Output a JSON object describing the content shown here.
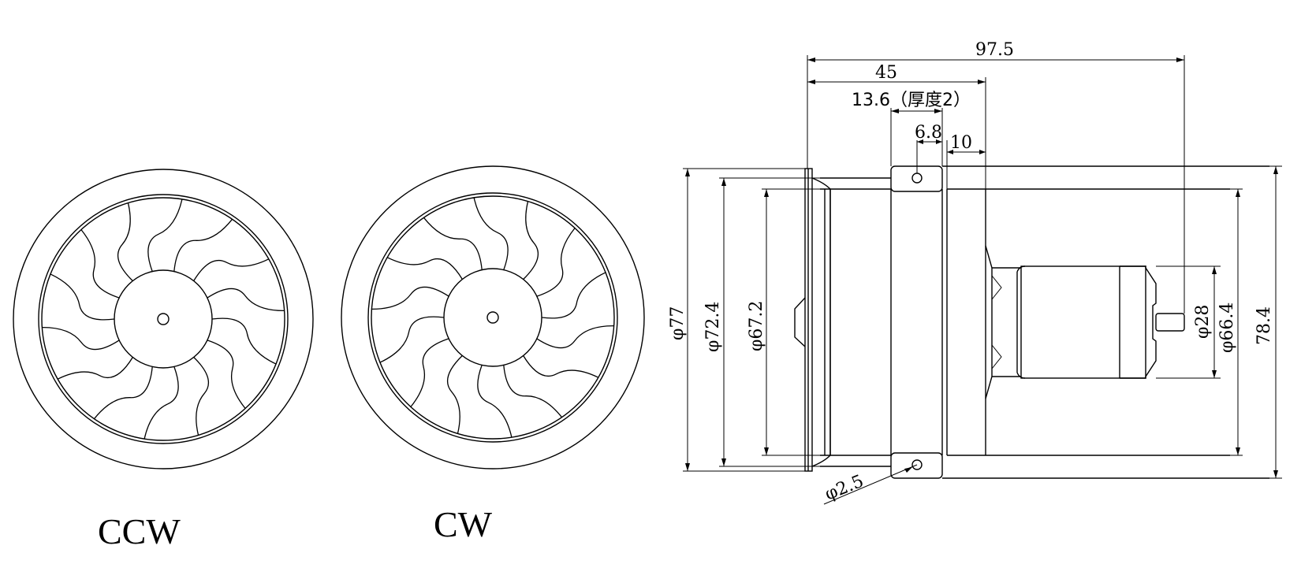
{
  "views": {
    "ccw_label": "CCW",
    "cw_label": "CW"
  },
  "dimensions": {
    "overall_length": "97.5",
    "length_45": "45",
    "length_13_6": "13.6（厚度2）",
    "length_6_8": "6.8",
    "length_10": "10",
    "dia_77": "φ77",
    "dia_72_4": "φ72.4",
    "dia_67_2": "φ67.2",
    "dia_28": "φ28",
    "dia_66_4": "φ66.4",
    "height_78_4": "78.4",
    "hole_2_5": "φ2.5"
  },
  "colors": {
    "line": "#000000",
    "background": "#ffffff"
  }
}
